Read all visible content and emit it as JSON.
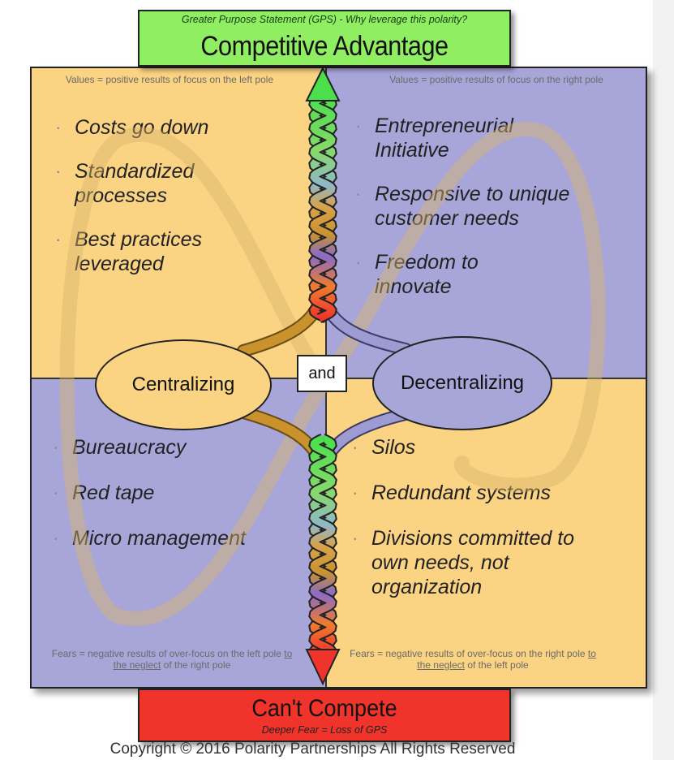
{
  "top": {
    "gps_label": "Greater Purpose Statement (GPS)  - Why leverage this polarity?",
    "title": "Competitive Advantage"
  },
  "bottom": {
    "title": "Can't Compete",
    "deeper_fear": "Deeper Fear = Loss of GPS"
  },
  "quadrants": {
    "top_left": {
      "note": "Values = positive results of focus on the left pole",
      "items": [
        "Costs go down",
        "Standardized processes",
        "Best practices leveraged"
      ]
    },
    "top_right": {
      "note": "Values = positive results of focus on the right pole",
      "items": [
        "Entrepreneurial Initiative",
        "Responsive to unique customer needs",
        "Freedom to innovate"
      ]
    },
    "bottom_left": {
      "note_pre": "Fears = negative results of over-focus on the left pole ",
      "note_underlined": "to the neglect",
      "note_post": " of the right pole",
      "items": [
        "Bureaucracy",
        "Red tape",
        "Micro management"
      ]
    },
    "bottom_right": {
      "note_pre": "Fears = negative results of over-focus on the right pole ",
      "note_underlined": "to the neglect",
      "note_post": " of the left pole",
      "items": [
        "Silos",
        "Redundant systems",
        "Divisions committed to own needs, not organization"
      ]
    }
  },
  "poles": {
    "left": "Centralizing",
    "connector": "and",
    "right": "Decentralizing"
  },
  "copyright": "Copyright © 2016 Polarity Partnerships All Rights Reserved",
  "colors": {
    "gold": "#fad383",
    "lavender": "#a8a6d9",
    "top_banner": "#90ee63",
    "bottom_banner": "#f0342c"
  }
}
